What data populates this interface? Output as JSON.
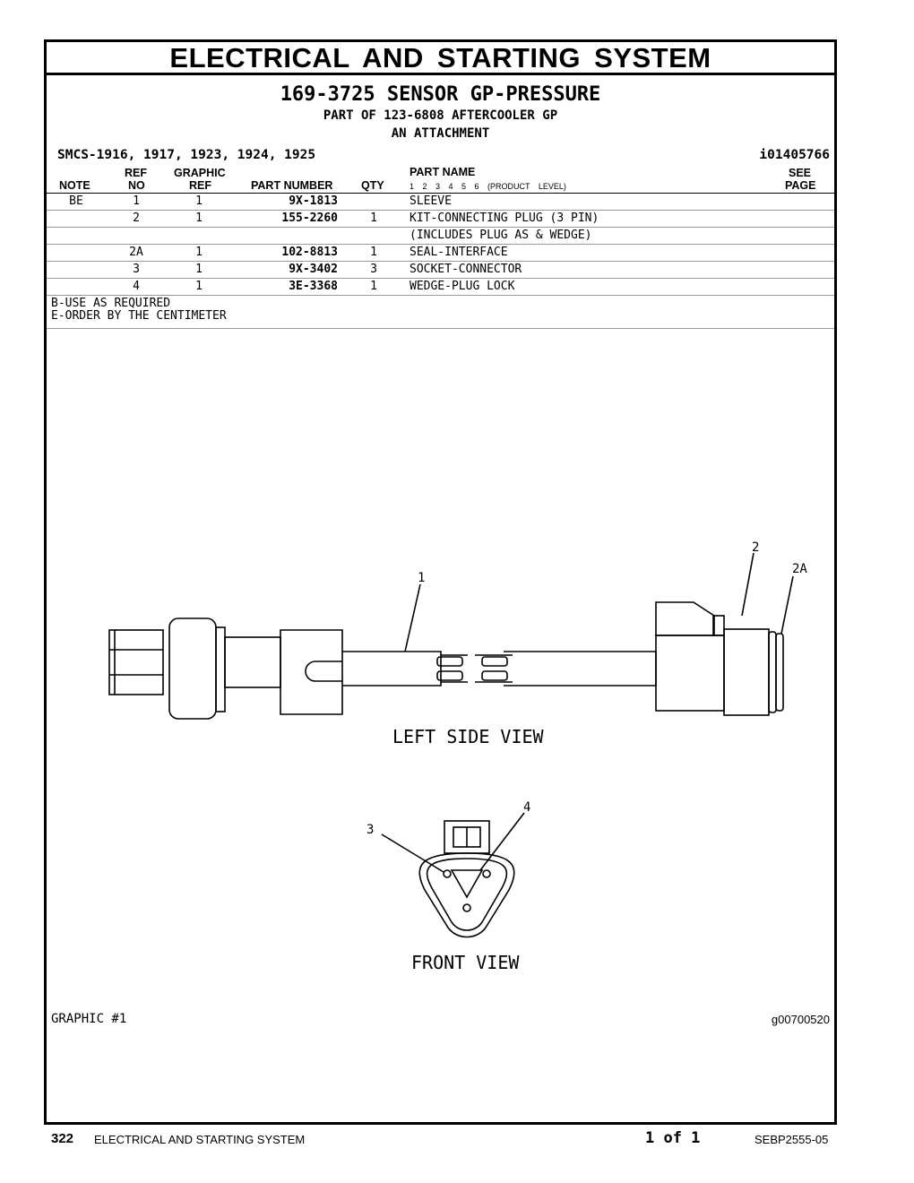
{
  "page": {
    "section_title": "ELECTRICAL AND STARTING SYSTEM",
    "group_title": "169-3725 SENSOR GP-PRESSURE",
    "subtitle_1": "PART OF 123-6808 AFTERCOOLER GP",
    "subtitle_2": "AN ATTACHMENT",
    "smcs": "SMCS-1916, 1917, 1923, 1924, 1925",
    "ident": "i01405766"
  },
  "table": {
    "headers": {
      "note": "NOTE",
      "ref_top": "REF",
      "ref_bottom": "NO",
      "graphic_top": "GRAPHIC",
      "graphic_bottom": "REF",
      "part_number": "PART NUMBER",
      "qty": "QTY",
      "part_name": "PART NAME",
      "product_level": "1 2 3 4 5 6 (PRODUCT LEVEL)",
      "see_top": "SEE",
      "see_bottom": "PAGE"
    },
    "rows": [
      {
        "note": "BE",
        "ref": "1",
        "gref": "1",
        "part_number": "9X-1813",
        "qty": "",
        "name": "SLEEVE"
      },
      {
        "note": "",
        "ref": "2",
        "gref": "1",
        "part_number": "155-2260",
        "qty": "1",
        "name": "KIT-CONNECTING PLUG (3 PIN)"
      },
      {
        "note": "",
        "ref": "",
        "gref": "",
        "part_number": "",
        "qty": "",
        "name": "(INCLUDES PLUG AS & WEDGE)"
      },
      {
        "note": "",
        "ref": "2A",
        "gref": "1",
        "part_number": "102-8813",
        "qty": "1",
        "name": "SEAL-INTERFACE"
      },
      {
        "note": "",
        "ref": "3",
        "gref": "1",
        "part_number": "9X-3402",
        "qty": "3",
        "name": "SOCKET-CONNECTOR"
      },
      {
        "note": "",
        "ref": "4",
        "gref": "1",
        "part_number": "3E-3368",
        "qty": "1",
        "name": "WEDGE-PLUG LOCK"
      }
    ],
    "notes": [
      "B-USE AS REQUIRED",
      "E-ORDER BY THE CENTIMETER"
    ]
  },
  "graphic": {
    "left_view_label": "LEFT SIDE VIEW",
    "front_view_label": "FRONT VIEW",
    "callouts": [
      "1",
      "2",
      "2A",
      "3",
      "4"
    ],
    "graphic_label": "GRAPHIC #1",
    "graphic_id": "g00700520"
  },
  "footer": {
    "page_number": "322",
    "title": "ELECTRICAL AND STARTING SYSTEM",
    "page_count": "1 of 1",
    "doc_id": "SEBP2555-05"
  }
}
